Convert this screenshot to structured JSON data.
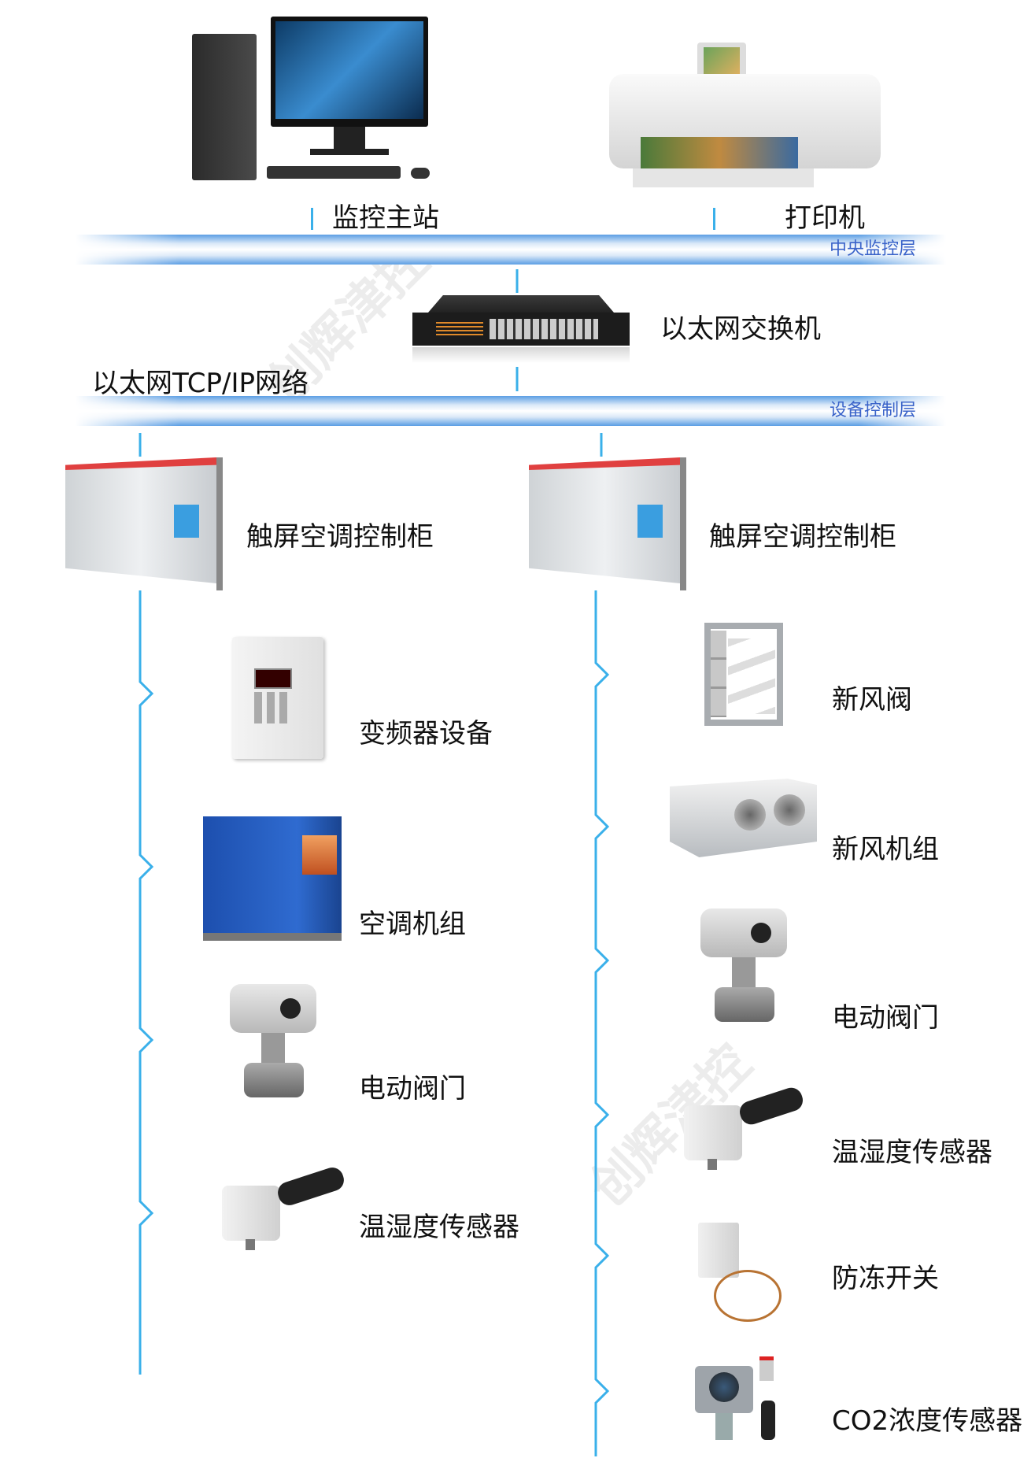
{
  "central_layer": {
    "title": "中央监控层",
    "devices": [
      {
        "label": "监控主站",
        "icon": "computer-icon"
      },
      {
        "label": "打印机",
        "icon": "printer-icon"
      }
    ]
  },
  "network": {
    "switch_label": "以太网交换机",
    "network_label": "以太网TCP/IP网络"
  },
  "control_layer": {
    "title": "设备控制层",
    "left_cabinet": "触屏空调控制柜",
    "right_cabinet": "触屏空调控制柜",
    "left_devices": [
      {
        "label": "变频器设备"
      },
      {
        "label": "空调机组"
      },
      {
        "label": "电动阀门"
      },
      {
        "label": "温湿度传感器"
      }
    ],
    "right_devices": [
      {
        "label": "新风阀"
      },
      {
        "label": "新风机组"
      },
      {
        "label": "电动阀门"
      },
      {
        "label": "温湿度传感器"
      },
      {
        "label": "防冻开关"
      },
      {
        "label": "CO2浓度传感器"
      }
    ]
  },
  "watermark": "创辉津控",
  "colors": {
    "line": "#3ab0ea",
    "band": "#5b9ee4",
    "layer_text": "#3a63c9"
  }
}
